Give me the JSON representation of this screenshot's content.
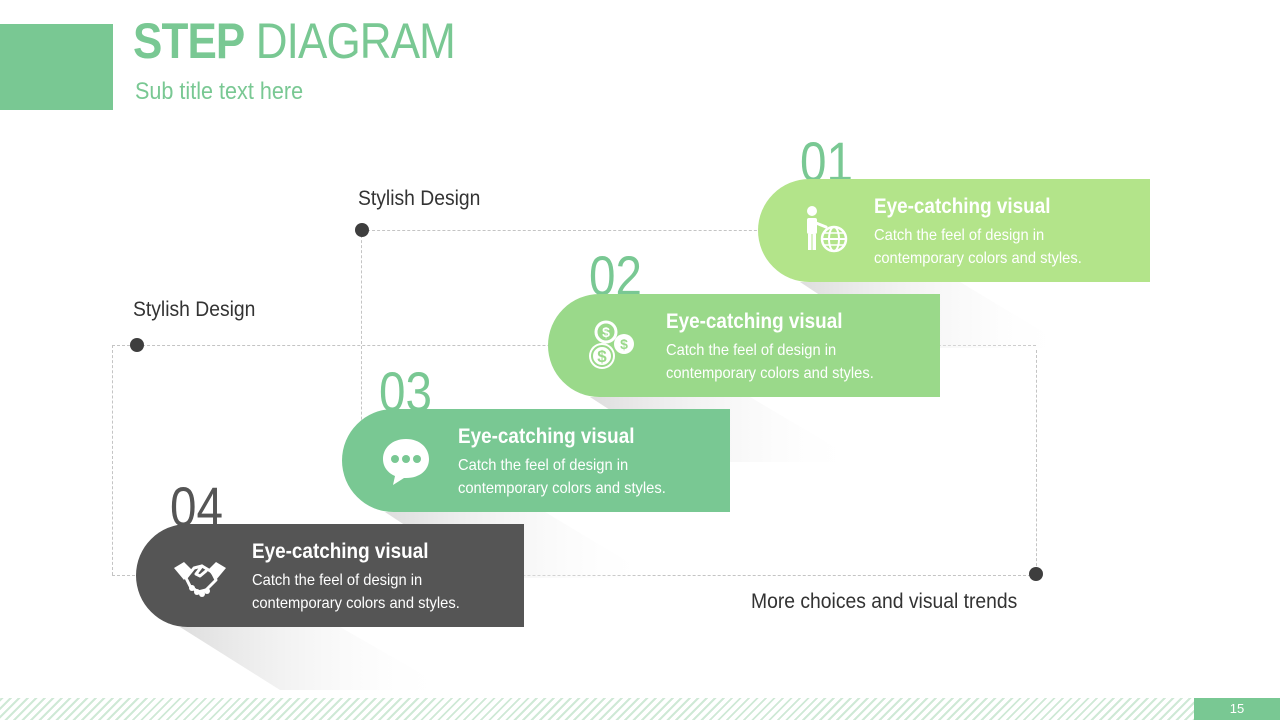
{
  "header": {
    "title_strong": "STEP",
    "title_rest": " DIAGRAM",
    "subtitle": "Sub title text here"
  },
  "labels": {
    "top": "Stylish Design",
    "middle": "Stylish Design",
    "bottom": "More choices and visual trends"
  },
  "steps": [
    {
      "number": "01",
      "heading": "Eye-catching visual",
      "body": "Catch the feel of design in contemporary colors and styles.",
      "icon": "presenter-globe-icon",
      "color": "#b3e48a"
    },
    {
      "number": "02",
      "heading": "Eye-catching visual",
      "body": "Catch the feel of design in contemporary colors and styles.",
      "icon": "coins-icon",
      "color": "#9ad98a"
    },
    {
      "number": "03",
      "heading": "Eye-catching visual",
      "body": "Catch the feel of design in contemporary colors and styles.",
      "icon": "chat-bubble-icon",
      "color": "#79c893"
    },
    {
      "number": "04",
      "heading": "Eye-catching visual",
      "body": "Catch the feel of design in contemporary colors and styles.",
      "icon": "handshake-icon",
      "color": "#555555"
    }
  ],
  "colors": {
    "accent": "#79c893",
    "dark": "#555555",
    "number_green": "#79c893",
    "number_dark": "#555555"
  },
  "footer": {
    "page_number": "15"
  }
}
